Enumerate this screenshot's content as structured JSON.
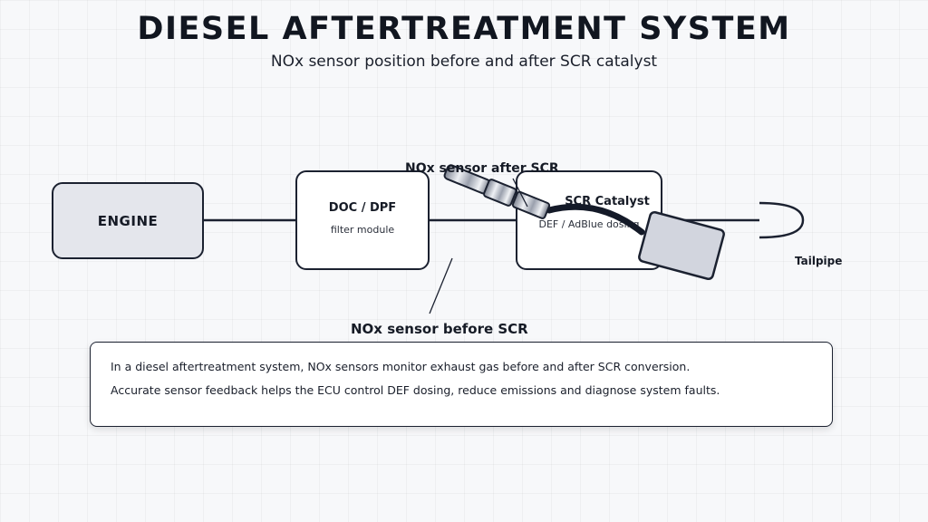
{
  "header": {
    "title": "DIESEL AFTERTREATMENT SYSTEM",
    "subtitle": "NOx sensor position before and after SCR catalyst"
  },
  "components": {
    "engine": {
      "label": "ENGINE"
    },
    "doc_dpf": {
      "label": "DOC / DPF",
      "sublabel": "filter module"
    },
    "scr": {
      "label": "SCR Catalyst",
      "sublabel": "DEF / AdBlue dosing"
    },
    "tailpipe": {
      "label": "Tailpipe"
    }
  },
  "sensors": {
    "before": {
      "label": "NOx sensor before SCR"
    },
    "after": {
      "label": "NOx sensor after SCR"
    }
  },
  "info": {
    "line1": "In a diesel aftertreatment system, NOx sensors monitor exhaust gas before and after SCR conversion.",
    "line2": "Accurate sensor feedback helps the ECU control DEF dosing, reduce emissions and diagnose system faults."
  },
  "colors": {
    "outline": "#1b2130",
    "engine_fill": "#e4e6ec",
    "sensor_module_fill": "#d2d5de",
    "cable": "#141a28"
  }
}
